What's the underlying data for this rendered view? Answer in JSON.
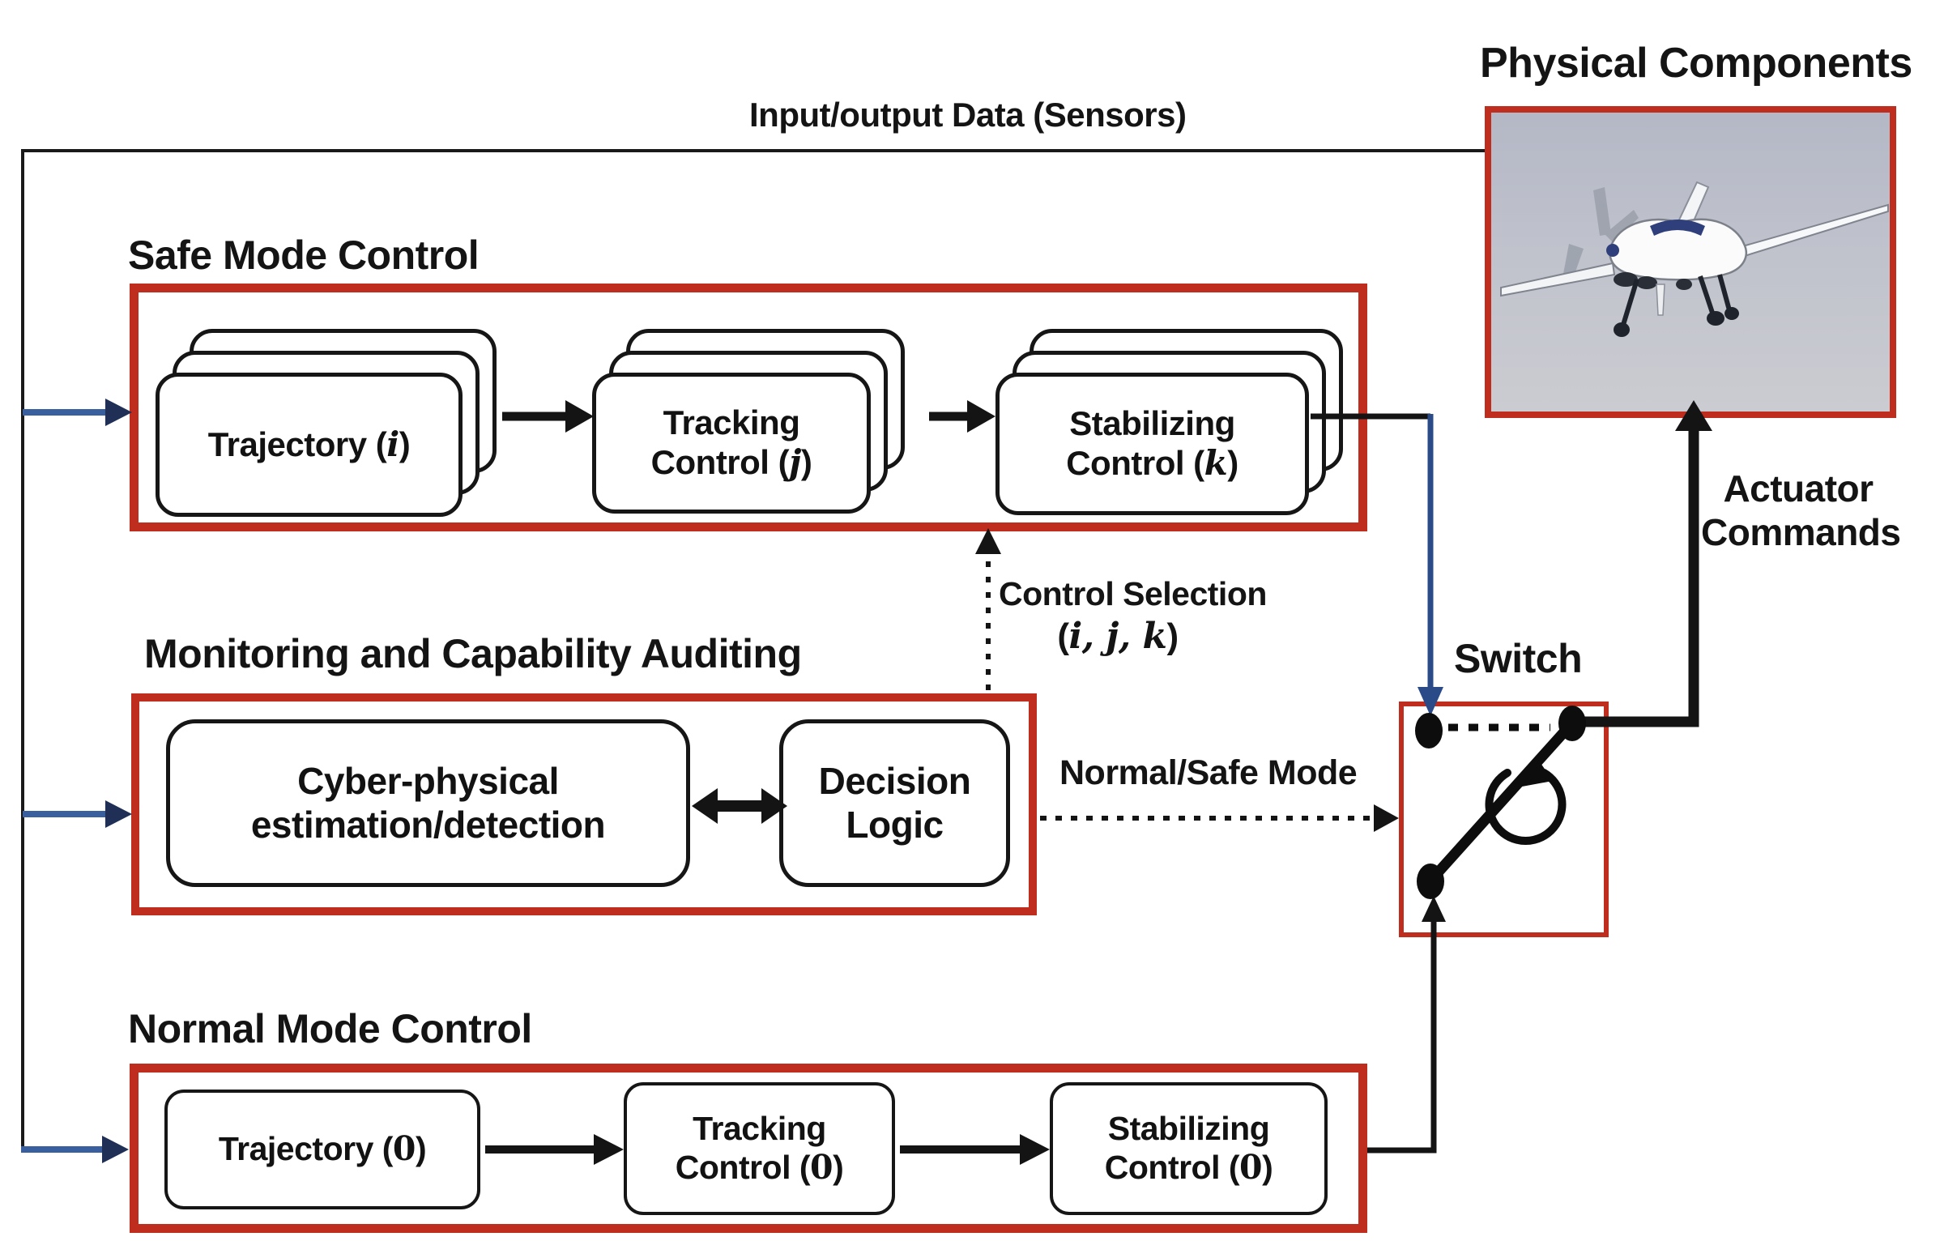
{
  "colors": {
    "red": "#BE2D1E",
    "blue_arrow": "#3A5F9E",
    "navy": "#2B4A88",
    "ink": "#121212"
  },
  "io_line_label": "Input/output Data (Sensors)",
  "physical": {
    "title": "Physical Components",
    "photo_icon": "drone-uav-photo",
    "actuator_line1": "Actuator",
    "actuator_line2": "Commands"
  },
  "safe_mode": {
    "title": "Safe Mode Control",
    "trajectory": {
      "pre": "Trajectory (",
      "var": "i",
      "post": ")"
    },
    "tracking": {
      "line1": "Tracking",
      "pre": "Control (",
      "var": "j",
      "post": ")"
    },
    "stabilizing": {
      "line1": "Stabilizing",
      "pre": "Control (",
      "var": "k",
      "post": ")"
    }
  },
  "monitoring": {
    "title": "Monitoring and Capability Auditing",
    "estimator_line1": "Cyber-physical",
    "estimator_line2": "estimation/detection",
    "decision_line1": "Decision",
    "decision_line2": "Logic"
  },
  "normal_mode": {
    "title": "Normal Mode Control",
    "trajectory": {
      "pre": "Trajectory (",
      "var": "0",
      "post": ")"
    },
    "tracking": {
      "line1": "Tracking",
      "pre": "Control (",
      "var": "0",
      "post": ")"
    },
    "stabilizing": {
      "line1": "Stabilizing",
      "pre": "Control (",
      "var": "0",
      "post": ")"
    }
  },
  "switch_block": {
    "title": "Switch"
  },
  "annotations": {
    "control_selection": "Control Selection",
    "selection_tuple_pre": "(",
    "selection_tuple": "i, j, k",
    "selection_tuple_post": ")",
    "mode_signal": "Normal/Safe Mode"
  }
}
